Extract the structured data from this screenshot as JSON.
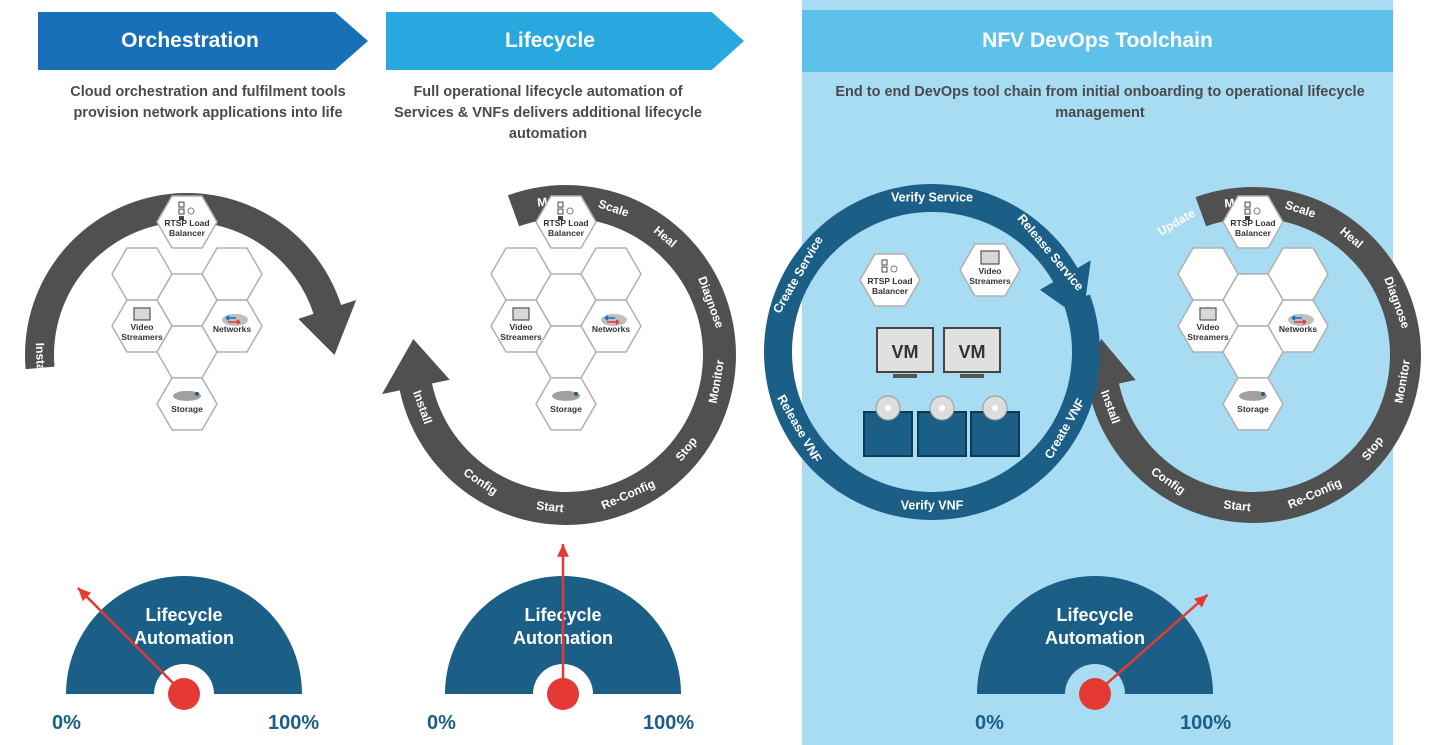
{
  "panels": [
    {
      "title": "Orchestration",
      "description": "Cloud orchestration and fulfilment tools provision network applications into life",
      "gauge_label": [
        "Lifecycle",
        "Automation"
      ],
      "gauge_min": "0%",
      "gauge_max": "100%",
      "gauge_level_percent": 25
    },
    {
      "title": "Lifecycle",
      "description": "Full operational lifecycle automation of Services & VNFs delivers additional lifecycle automation",
      "gauge_label": [
        "Lifecycle",
        "Automation"
      ],
      "gauge_min": "0%",
      "gauge_max": "100%",
      "gauge_level_percent": 50
    },
    {
      "title": "NFV DevOps Toolchain",
      "description": "End to end DevOps tool chain from initial onboarding to operational lifecycle management",
      "gauge_label": [
        "Lifecycle",
        "Automation"
      ],
      "gauge_min": "0%",
      "gauge_max": "100%",
      "gauge_level_percent": 77
    }
  ],
  "partial_cycle_labels": [
    "Install",
    "Config",
    "Start",
    "Re-Config",
    "Stop",
    "Monitor"
  ],
  "full_cycle_labels": [
    "Update",
    "Move",
    "Scale",
    "Heal",
    "Diagnose",
    "Monitor",
    "Stop",
    "Re-Config",
    "Start",
    "Config",
    "Install"
  ],
  "devops_cycle_labels": [
    "Verify Service",
    "Release Service",
    "Create VNF",
    "Verify VNF",
    "Release VNF",
    "Create Service"
  ],
  "hex_nodes": {
    "top": "RTSP Load Balancer",
    "left": "Video Streamers",
    "right": "Networks",
    "bottom": "Storage"
  },
  "vm_labels": [
    "VM",
    "VM"
  ],
  "colors": {
    "banner_orchestration": "#1770b8",
    "banner_lifecycle": "#29a8e0",
    "banner_devops": "#5ec1ea",
    "panel_bg": "#a7dcf2",
    "arrow_grey": "#505050",
    "devops_ring": "#1b5f86",
    "gauge": "#1b5f86",
    "needle": "#e53935"
  }
}
